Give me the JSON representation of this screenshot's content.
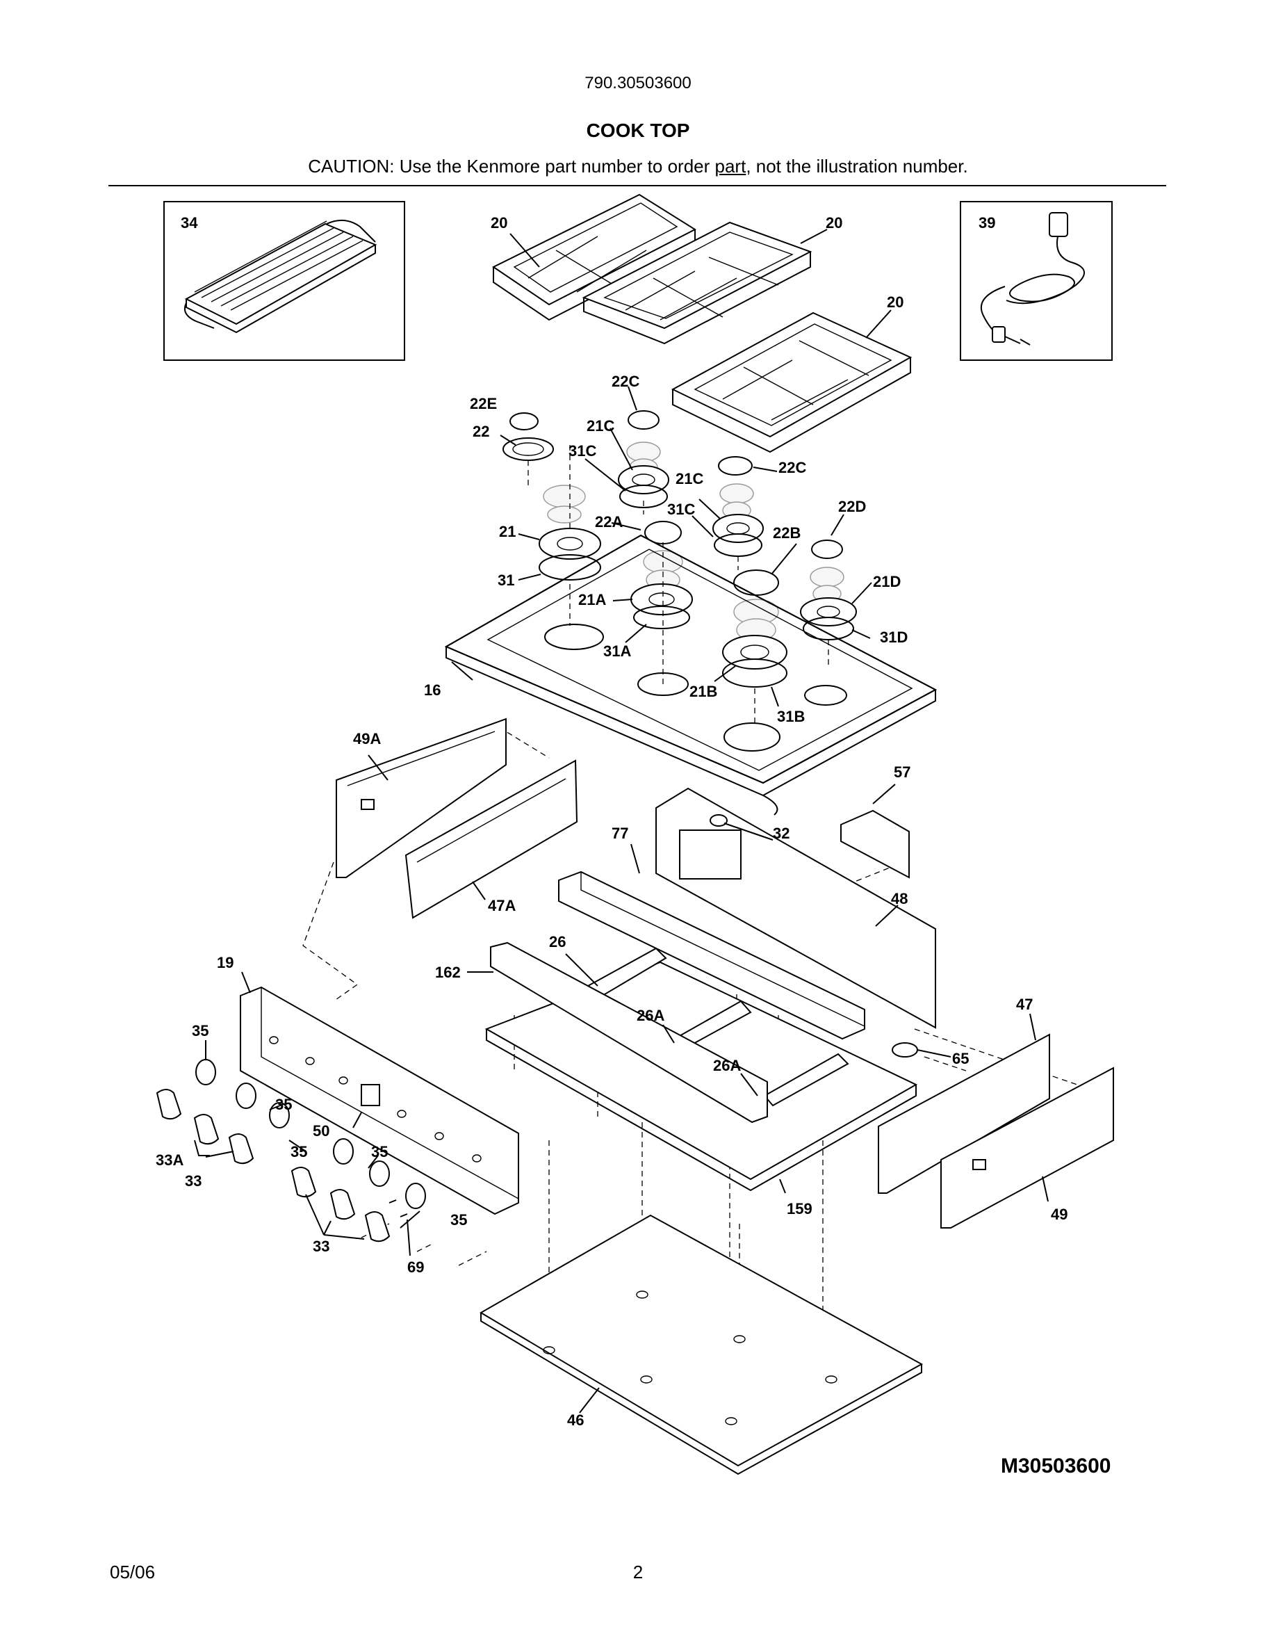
{
  "header": {
    "model_number": "790.30503600",
    "section_title": "COOK TOP",
    "caution_before": "CAUTION: Use the Kenmore part number to order ",
    "caution_underlined": "part",
    "caution_after": ", not the illustration number."
  },
  "diagram": {
    "reference_code": "M30503600",
    "callouts": {
      "c34": "34",
      "c20a": "20",
      "c20b": "20",
      "c20c": "20",
      "c39": "39",
      "c22e": "22E",
      "c22": "22",
      "c22c_a": "22C",
      "c22c_b": "22C",
      "c21c_a": "21C",
      "c21c_b": "21C",
      "c31c_a": "31C",
      "c31c_b": "31C",
      "c22a": "22A",
      "c22d": "22D",
      "c22b": "22B",
      "c21": "21",
      "c31": "31",
      "c21d": "21D",
      "c21a": "21A",
      "c31d": "31D",
      "c31a": "31A",
      "c16": "16",
      "c21b": "21B",
      "c31b": "31B",
      "c49a": "49A",
      "c57": "57",
      "c77": "77",
      "c32": "32",
      "c47a": "47A",
      "c48": "48",
      "c26": "26",
      "c19": "19",
      "c162": "162",
      "c26a_a": "26A",
      "c47": "47",
      "c35a": "35",
      "c65": "65",
      "c26a_b": "26A",
      "c35b": "35",
      "c50": "50",
      "c33a": "33A",
      "c35c": "35",
      "c35d": "35",
      "c33a2": "33",
      "c159": "159",
      "c49": "49",
      "c35e": "35",
      "c33b": "33",
      "c69": "69",
      "c46": "46"
    }
  },
  "footer": {
    "date": "05/06",
    "page_number": "2"
  }
}
